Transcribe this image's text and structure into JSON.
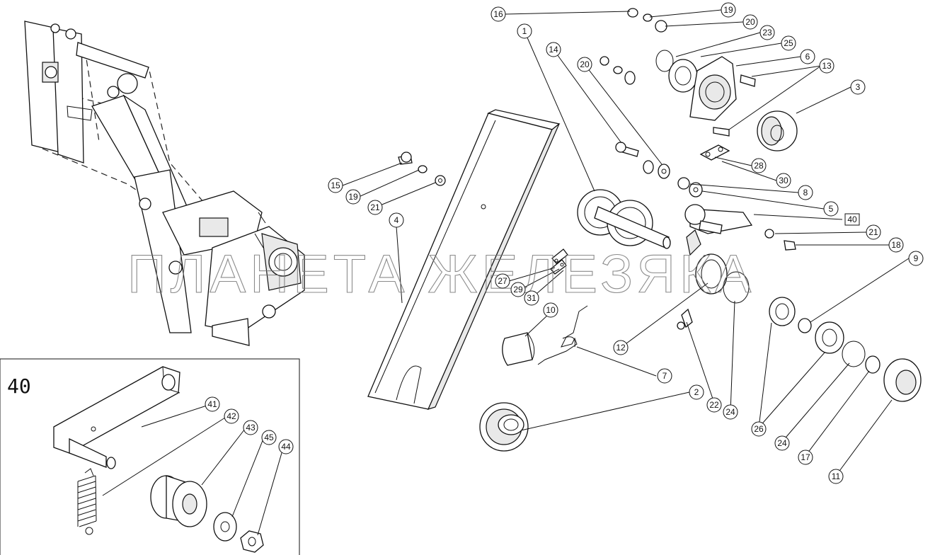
{
  "watermark": "ПЛАНЕТА ЖЕЛЕЗЯКА",
  "inset": {
    "title": "40"
  },
  "callouts": {
    "c16": "16",
    "c19": "19",
    "c20a": "20",
    "c23": "23",
    "c25": "25",
    "c6": "6",
    "c13": "13",
    "c3": "3",
    "c1": "1",
    "c14": "14",
    "c20b": "20",
    "c28": "28",
    "c30": "30",
    "c8": "8",
    "c5": "5",
    "c21a": "21",
    "c18": "18",
    "c9": "9",
    "c15": "15",
    "c19b": "19",
    "c21b": "21",
    "c4": "4",
    "c27": "27",
    "c29": "29",
    "c31": "31",
    "c10": "10",
    "c12": "12",
    "c7": "7",
    "c22": "22",
    "c24a": "24",
    "c26": "26",
    "c24b": "24",
    "c17": "17",
    "c11": "11",
    "c2": "2",
    "c41": "41",
    "c42": "42",
    "c43": "43",
    "c45": "45",
    "c44": "44"
  },
  "boxed_callout": "40"
}
